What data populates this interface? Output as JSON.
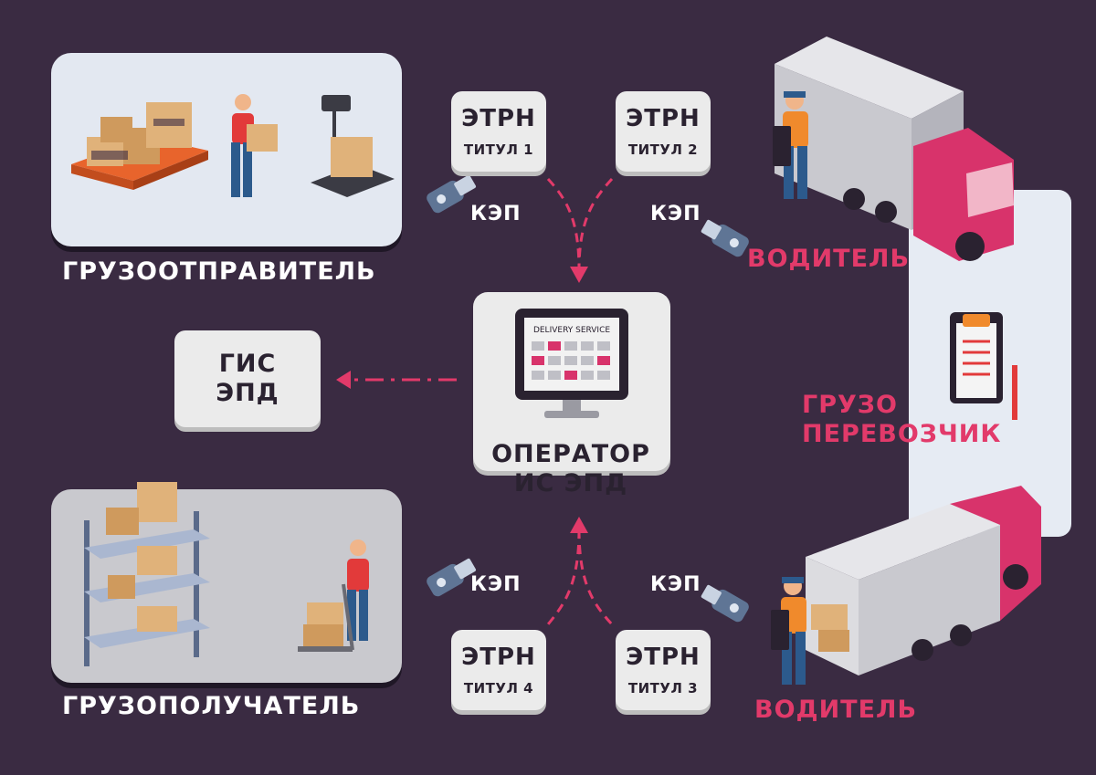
{
  "sender": {
    "label": "ГРУЗООТПРАВИТЕЛЬ"
  },
  "receiver": {
    "label": "ГРУЗОПОЛУЧАТЕЛЬ"
  },
  "operator": {
    "line1": "ОПЕРАТОР",
    "line2": "ИС ЭПД",
    "screen_text": "DELIVERY SERVICE"
  },
  "gis": {
    "line1": "ГИС",
    "line2": "ЭПД"
  },
  "carrier": {
    "line1": "ГРУЗО",
    "line2": "ПЕРЕВОЗЧИК"
  },
  "driver_top": {
    "label": "ВОДИТЕЛЬ"
  },
  "driver_bottom": {
    "label": "ВОДИТЕЛЬ"
  },
  "docs": [
    {
      "title": "ЭТРН",
      "subtitle": "ТИТУЛ 1"
    },
    {
      "title": "ЭТРН",
      "subtitle": "ТИТУЛ 2"
    },
    {
      "title": "ЭТРН",
      "subtitle": "ТИТУЛ 3"
    },
    {
      "title": "ЭТРН",
      "subtitle": "ТИТУЛ 4"
    }
  ],
  "kep": {
    "tl": "КЭП",
    "tr": "КЭП",
    "bl": "КЭП",
    "br": "КЭП"
  },
  "colors": {
    "background": "#3a2b42",
    "accent": "#e23a6a",
    "card": "#ebebeb",
    "truck_cab": "#d8336b"
  }
}
